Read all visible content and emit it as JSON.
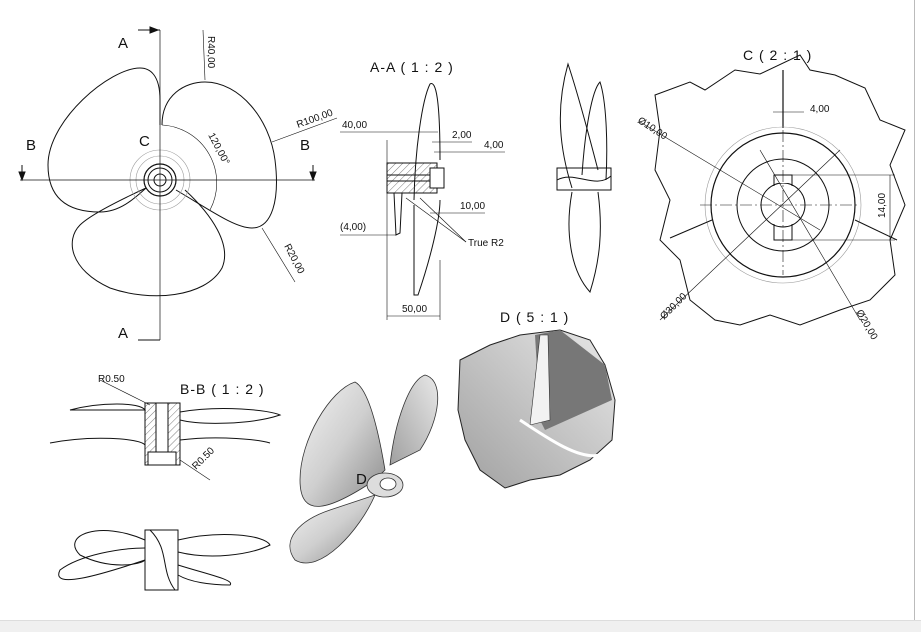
{
  "front_view": {
    "section_a_top": "A",
    "section_a_bottom": "A",
    "section_b_left": "B",
    "section_b_right": "B",
    "detail_c": "C",
    "dims": {
      "r40": "R40,00",
      "r100": "R100,00",
      "angle": "120,00°",
      "r20": "R20,00"
    }
  },
  "section_aa": {
    "title": "A-A ( 1 : 2 )",
    "dims": {
      "d40": "40,00",
      "d2": "2,00",
      "d4": "4,00",
      "d10": "10,00",
      "d4p": "(4,00)",
      "true_r2": "True R2",
      "d50": "50,00"
    }
  },
  "detail_c": {
    "title": "C ( 2 : 1 )",
    "dims": {
      "w4": "4,00",
      "dia10": "Ø10,00",
      "h14": "14,00",
      "dia30": "Ø30,00",
      "dia20": "Ø20,00"
    }
  },
  "detail_d": {
    "title": "D ( 5 : 1 )",
    "marker": "D"
  },
  "section_bb": {
    "title": "B-B ( 1 : 2 )",
    "r050_top": "R0.50",
    "r050_bottom": "R0.50"
  }
}
